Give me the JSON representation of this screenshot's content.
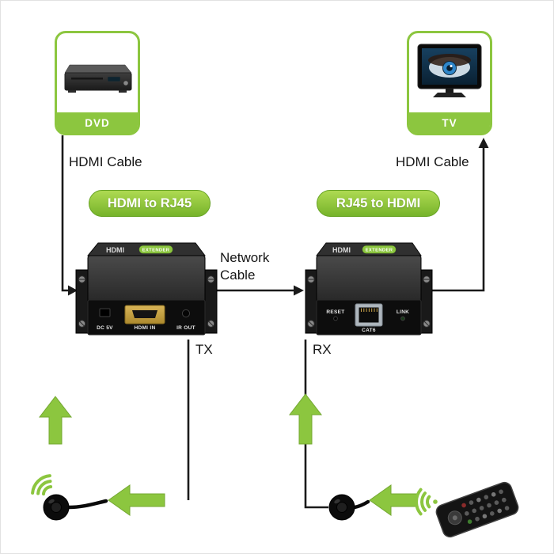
{
  "colors": {
    "green": "#8CC63F",
    "green_dark": "#6FA82C",
    "line": "#1a1a1a"
  },
  "source_box": {
    "label": "DVD"
  },
  "display_box": {
    "label": "TV"
  },
  "cable_labels": {
    "left_hdmi": "HDMI Cable",
    "right_hdmi": "HDMI Cable",
    "network_line1": "Network",
    "network_line2": "Cable"
  },
  "banners": {
    "left": "HDMI to RJ45",
    "right": "RJ45 to HDMI"
  },
  "endpoints": {
    "tx": "TX",
    "rx": "RX"
  },
  "transmitter": {
    "top_brand": "HDMI",
    "top_badge": "EXTENDER",
    "ports": {
      "power": "DC 5V",
      "hdmi_in": "HDMI IN",
      "ir_out": "IR OUT"
    }
  },
  "receiver": {
    "top_brand": "HDMI",
    "top_badge": "EXTENDER",
    "ports": {
      "reset": "RESET",
      "cat6": "CAT6",
      "link": "LINK"
    }
  }
}
